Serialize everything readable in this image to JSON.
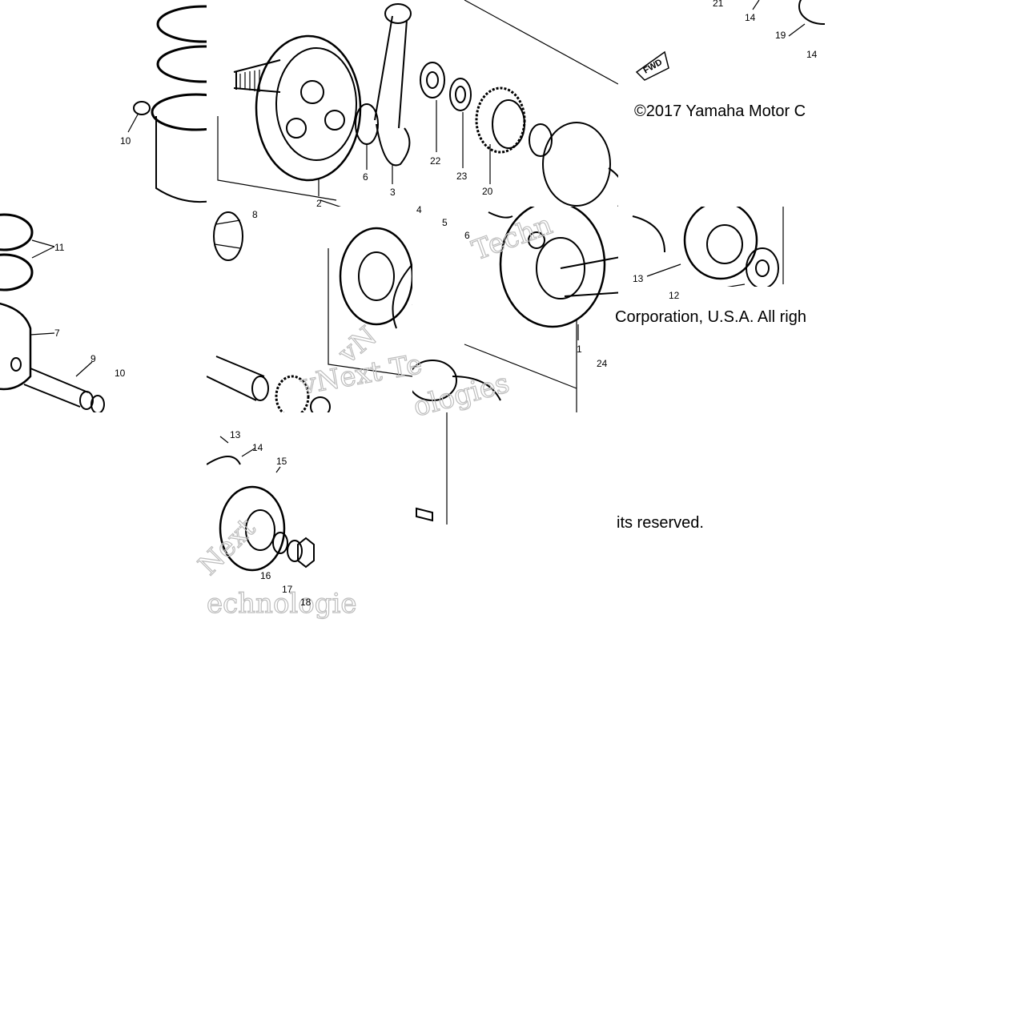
{
  "copyright": {
    "segment_1": "©2017 Yamaha Motor C",
    "segment_2": "Corporation, U.S.A. All righ",
    "segment_3": "its reserved."
  },
  "watermark": {
    "fragment_1": "Techn",
    "fragment_2": "vNext Te",
    "fragment_3": "vN",
    "fragment_4": "ologies",
    "fragment_5": "Next",
    "fragment_6": "echnologie"
  },
  "fwd_label": "FWD",
  "callouts": {
    "c1": "1",
    "c2": "2",
    "c3": "3",
    "c4": "4",
    "c5": "5",
    "c6": "6",
    "c6b": "6",
    "c7": "7",
    "c8": "8",
    "c9": "9",
    "c10": "10",
    "c10b": "10",
    "c11": "11",
    "c12": "12",
    "c13": "13",
    "c13b": "13",
    "c14": "14",
    "c14b": "14",
    "c14c": "14",
    "c15": "15",
    "c16": "16",
    "c17": "17",
    "c18": "18",
    "c19": "19",
    "c20": "20",
    "c21": "21",
    "c22": "22",
    "c23": "23",
    "c24": "24"
  },
  "colors": {
    "line": "#000000",
    "watermark": "#bdbdbd",
    "background": "#ffffff"
  }
}
